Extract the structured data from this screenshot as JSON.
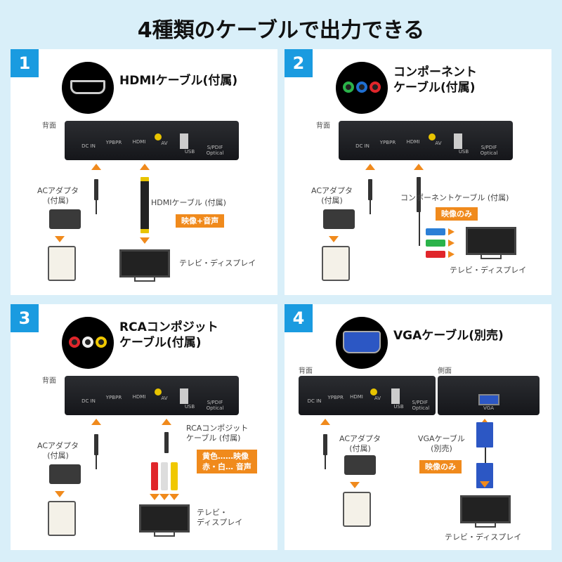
{
  "title": "4種類のケーブルで出力できる",
  "colors": {
    "accent_blue": "#1a9be0",
    "orange": "#f08a1c",
    "background": "#d9eff9"
  },
  "common": {
    "rear_label": "背面",
    "side_label": "側面",
    "ports": [
      "DC IN",
      "YPBPR",
      "HDMI",
      "AV",
      "USB",
      "S/PDIF Optical"
    ],
    "vga_port": "VGA",
    "ac_adapter": "ACアダプタ\n(付属)",
    "tv_display": "テレビ・ディスプレイ"
  },
  "panels": [
    {
      "number": "1",
      "title": "HDMIケーブル(付属)",
      "icon": "hdmi-port-icon",
      "cable_label": "HDMIケーブル (付属)",
      "signal": "映像+音声"
    },
    {
      "number": "2",
      "title": "コンポーネント\nケーブル(付属)",
      "icon": "component-rgb-icon",
      "cable_label": "コンポーネントケーブル (付属)",
      "signal": "映像のみ"
    },
    {
      "number": "3",
      "title": "RCAコンポジット\nケーブル(付属)",
      "icon": "rca-composite-icon",
      "cable_label": "RCAコンポジット\nケーブル (付属)",
      "signal": "黄色……映像\n赤・白… 音声",
      "tv_display": "テレビ・\nディスプレイ"
    },
    {
      "number": "4",
      "title": "VGAケーブル(別売)",
      "icon": "vga-port-icon",
      "cable_label": "VGAケーブル\n(別売)",
      "signal": "映像のみ"
    }
  ]
}
